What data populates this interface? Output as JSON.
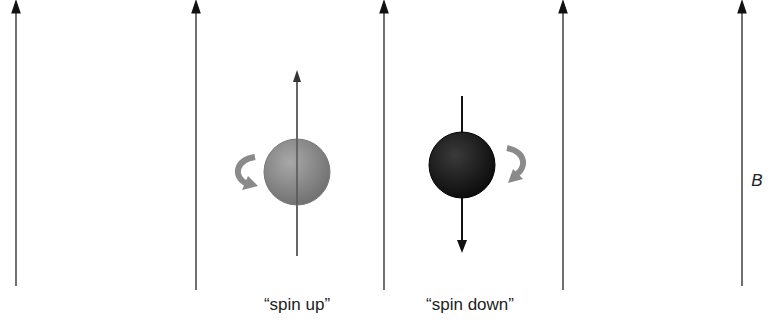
{
  "diagram": {
    "labels": [
      "“spin up”",
      "“spin down”",
      "B"
    ]
  }
}
